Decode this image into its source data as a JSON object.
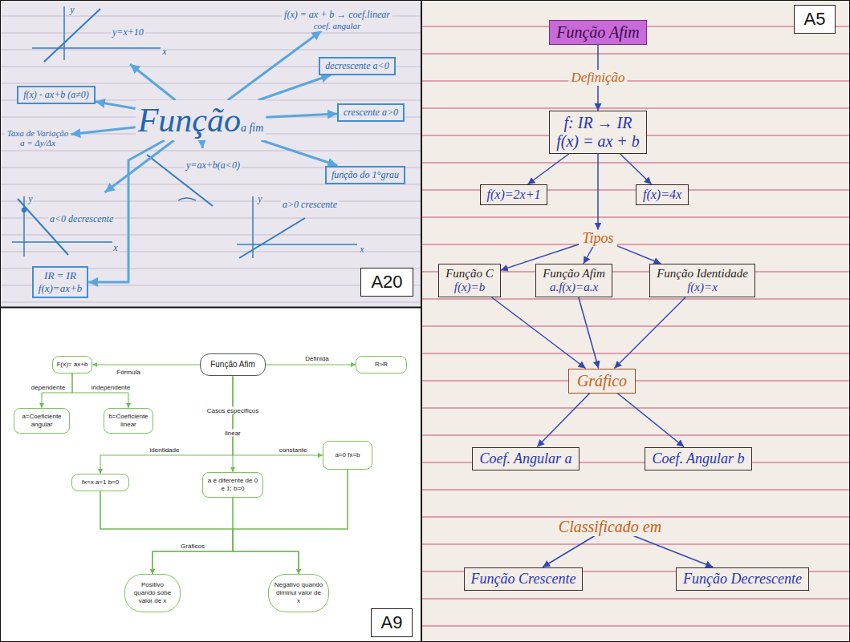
{
  "diagram": {
    "nodes": [
      {
        "text": [
          "y=x+10"
        ]
      },
      {
        "text": [
          "f(x) = ax + b → coef.linear",
          "coef. angular"
        ]
      },
      {
        "text": [
          "decrescente a<0"
        ]
      },
      {
        "text": [
          "f(x) - ax+b (a≠0)"
        ]
      },
      {
        "text": [
          "Função",
          "a fim"
        ]
      },
      {
        "text": [
          "Taxa de Variação",
          "a = Δy/Δx"
        ]
      },
      {
        "text": [
          "crescente a>0"
        ]
      },
      {
        "text": [
          "y=ax+b(a<0)"
        ]
      },
      {
        "text": [
          "função do 1°grau"
        ]
      },
      {
        "text": [
          "a<0 decrescente"
        ]
      },
      {
        "text": [
          "a>0 crescente"
        ]
      },
      {
        "text": [
          "IR = IR",
          "f(x)=ax+b"
        ]
      },
      {
        "text": [
          "A20"
        ]
      },
      {
        "text": [
          "Função Afim"
        ]
      },
      {
        "text": [
          "F(x)= ax+b"
        ]
      },
      {
        "text": [
          "R>R"
        ]
      },
      {
        "text": [
          "a=Coeficiente angular"
        ]
      },
      {
        "text": [
          "b=Coeficiente linear"
        ]
      },
      {
        "text": [
          "a=0 fx=b"
        ]
      },
      {
        "text": [
          "fx=x a=1 b=0"
        ]
      },
      {
        "text": [
          "a é diferente de 0 e 1; b=0"
        ]
      },
      {
        "text": [
          "Positivo quando sobe valor de x"
        ]
      },
      {
        "text": [
          "Negativo quando diminui valor de x"
        ]
      },
      {
        "text": [
          "A9"
        ]
      },
      {
        "text": [
          "Função Afim"
        ]
      },
      {
        "text": [
          "A5"
        ]
      },
      {
        "text": [
          "f: IR → IR",
          "f(x) = ax + b"
        ]
      },
      {
        "text": [
          "f(x)=2x+1"
        ]
      },
      {
        "text": [
          "f(x)=4x"
        ]
      },
      {
        "text": [
          "Tipos"
        ]
      },
      {
        "text": [
          "Função C",
          "f(x)=b"
        ]
      },
      {
        "text": [
          "Função Afim",
          "a.f(x)=a.x"
        ]
      },
      {
        "text": [
          "Função Identidade",
          "f(x)=x"
        ]
      },
      {
        "text": [
          "Gráfico"
        ]
      },
      {
        "text": [
          "Coef. Angular a"
        ]
      },
      {
        "text": [
          "Coef. Angular b"
        ]
      },
      {
        "text": [
          "Classificado em"
        ]
      },
      {
        "text": [
          "Função Crescente"
        ]
      },
      {
        "text": [
          "Função Decrescente"
        ]
      }
    ],
    "edges": [
      {
        "from": 4,
        "to": 0,
        "arrow": "to"
      },
      {
        "from": 4,
        "to": 1,
        "arrow": "to"
      },
      {
        "from": 4,
        "to": 2,
        "arrow": "to"
      },
      {
        "from": 4,
        "to": 3,
        "arrow": "to"
      },
      {
        "from": 4,
        "to": 5,
        "arrow": "to"
      },
      {
        "from": 4,
        "to": 6,
        "arrow": "to"
      },
      {
        "from": 4,
        "to": 7,
        "arrow": "to"
      },
      {
        "from": 4,
        "to": 8,
        "arrow": "to"
      },
      {
        "from": 4,
        "to": 9,
        "arrow": "to"
      },
      {
        "from": 4,
        "to": 11,
        "arrow": "to"
      },
      {
        "from": 13,
        "to": 14,
        "label": "Fórmula",
        "arrow": "to"
      },
      {
        "from": 13,
        "to": 15,
        "label": "Definida",
        "arrow": "to"
      },
      {
        "from": 14,
        "to": 16,
        "label": "dependente",
        "arrow": "to"
      },
      {
        "from": 14,
        "to": 17,
        "label": "independente",
        "arrow": "to"
      },
      {
        "from": 13,
        "to": 19,
        "label": "identidade",
        "arrow": "to"
      },
      {
        "from": 13,
        "to": 20,
        "label": "linear",
        "arrow": "to"
      },
      {
        "from": 13,
        "to": 18,
        "label": "constante",
        "arrow": "to"
      },
      {
        "from": 19,
        "to": 21,
        "arrow": "to"
      },
      {
        "from": 20,
        "to": 21,
        "label": "Gráficos",
        "arrow": "to"
      },
      {
        "from": 18,
        "to": 21,
        "arrow": "to"
      },
      {
        "from": 19,
        "to": 22,
        "arrow": "to"
      },
      {
        "from": 20,
        "to": 22,
        "arrow": "to"
      },
      {
        "from": 18,
        "to": 22,
        "arrow": "to"
      },
      {
        "from": 24,
        "to": 26,
        "label": "Definição",
        "arrow": "to"
      },
      {
        "from": 26,
        "to": 27,
        "arrow": "to"
      },
      {
        "from": 26,
        "to": 28,
        "arrow": "to"
      },
      {
        "from": 26,
        "to": 29,
        "arrow": "to"
      },
      {
        "from": 29,
        "to": 30,
        "arrow": "to"
      },
      {
        "from": 29,
        "to": 31,
        "arrow": "to"
      },
      {
        "from": 29,
        "to": 32,
        "arrow": "to"
      },
      {
        "from": 30,
        "to": 33,
        "arrow": "to"
      },
      {
        "from": 31,
        "to": 33,
        "arrow": "to"
      },
      {
        "from": 32,
        "to": 33,
        "arrow": "to"
      },
      {
        "from": 33,
        "to": 34,
        "arrow": "to"
      },
      {
        "from": 33,
        "to": 35,
        "arrow": "to"
      },
      {
        "from": 36,
        "to": 37,
        "arrow": "to"
      },
      {
        "from": 36,
        "to": 38,
        "arrow": "to"
      }
    ],
    "labels": [
      "y",
      "x",
      "y",
      "x",
      "y",
      "x",
      "Casos especificos"
    ]
  }
}
